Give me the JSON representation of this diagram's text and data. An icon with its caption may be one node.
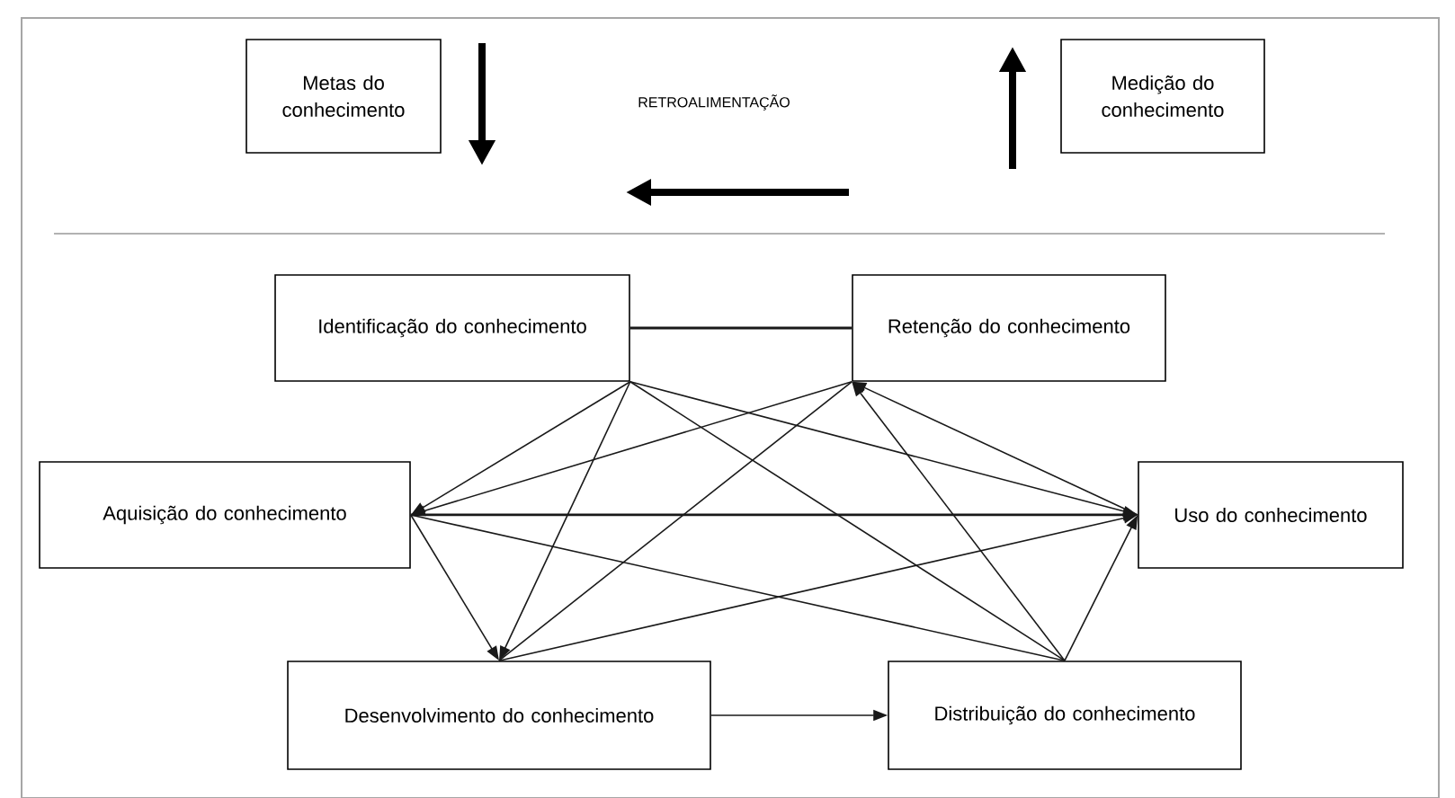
{
  "diagram": {
    "nodes": [
      {
        "text": [
          "Metas do conhecimento"
        ]
      },
      {
        "text": [
          "Medição do conhecimento"
        ]
      },
      {
        "text": [
          "Identificação do conhecimento"
        ]
      },
      {
        "text": [
          "Retenção do conhecimento"
        ]
      },
      {
        "text": [
          "Aquisição do conhecimento"
        ]
      },
      {
        "text": [
          "Uso do conhecimento"
        ]
      },
      {
        "text": [
          "Desenvolvimento do conhecimento"
        ]
      },
      {
        "text": [
          "Distribuição do conhecimento"
        ]
      }
    ],
    "edges": [
      {
        "from": 2,
        "to": 3,
        "arrow": "none"
      },
      {
        "from": 2,
        "to": 4,
        "arrow": "to"
      },
      {
        "from": 2,
        "to": 6,
        "arrow": "to"
      },
      {
        "from": 2,
        "to": 7,
        "arrow": "none"
      },
      {
        "from": 2,
        "to": 5,
        "arrow": "to"
      },
      {
        "from": 3,
        "to": 4,
        "arrow": "to"
      },
      {
        "from": 3,
        "to": 6,
        "arrow": "none"
      },
      {
        "from": 4,
        "to": 5,
        "arrow": "to"
      },
      {
        "from": 4,
        "to": 6,
        "arrow": "to"
      },
      {
        "from": 4,
        "to": 7,
        "arrow": "none"
      },
      {
        "from": 6,
        "to": 5,
        "arrow": "to"
      },
      {
        "from": 7,
        "to": 5,
        "arrow": "to"
      },
      {
        "from": 7,
        "to": 3,
        "arrow": "to"
      },
      {
        "from": 5,
        "to": 3,
        "arrow": "to"
      },
      {
        "from": 6,
        "to": 7,
        "arrow": "to"
      }
    ],
    "labels": [
      "RETROALIMENTAÇÃO"
    ]
  }
}
